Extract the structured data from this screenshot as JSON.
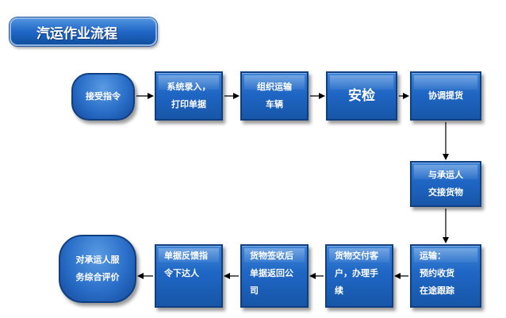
{
  "title": "汽运作业流程",
  "nodes": {
    "receive": "接受指令",
    "entry_l1": "系统录入，",
    "entry_l2": "打印单据",
    "org_l1": "组织运输",
    "org_l2": "车辆",
    "inspect": "安检",
    "coordinate": "协调提货",
    "handover_l1": "与承运人",
    "handover_l2": "交接货物",
    "transport_l1": "运输：",
    "transport_l2": "预约收货",
    "transport_l3": "在途跟踪",
    "deliver_l1": "货物交付客",
    "deliver_l2": "户，办理手",
    "deliver_l3": "续",
    "sign_l1": "货物签收后",
    "sign_l2": "单据返回公",
    "sign_l3": "司",
    "feedback_l1": "单据反馈指",
    "feedback_l2": "令下达人",
    "evaluate_l1": "对承运人服",
    "evaluate_l2": "务综合评价"
  }
}
